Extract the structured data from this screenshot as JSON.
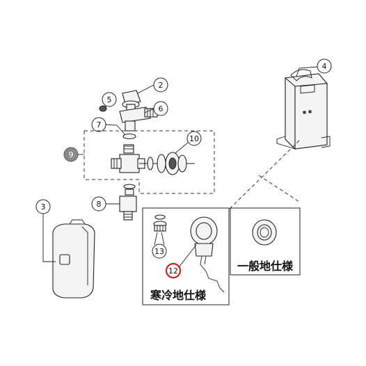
{
  "callouts": {
    "c2": "2",
    "c3": "3",
    "c4": "4",
    "c5": "5",
    "c6": "6",
    "c7": "7",
    "c8": "8",
    "c9": "9",
    "c10": "10",
    "c12": "12",
    "c13": "13"
  },
  "captions": {
    "cold_spec": "寒冷地仕様",
    "general_spec": "一般地仕様"
  },
  "colors": {
    "line": "#222222",
    "highlight_ring": "#cc2222",
    "filled_callout": "#8a8a8a"
  }
}
